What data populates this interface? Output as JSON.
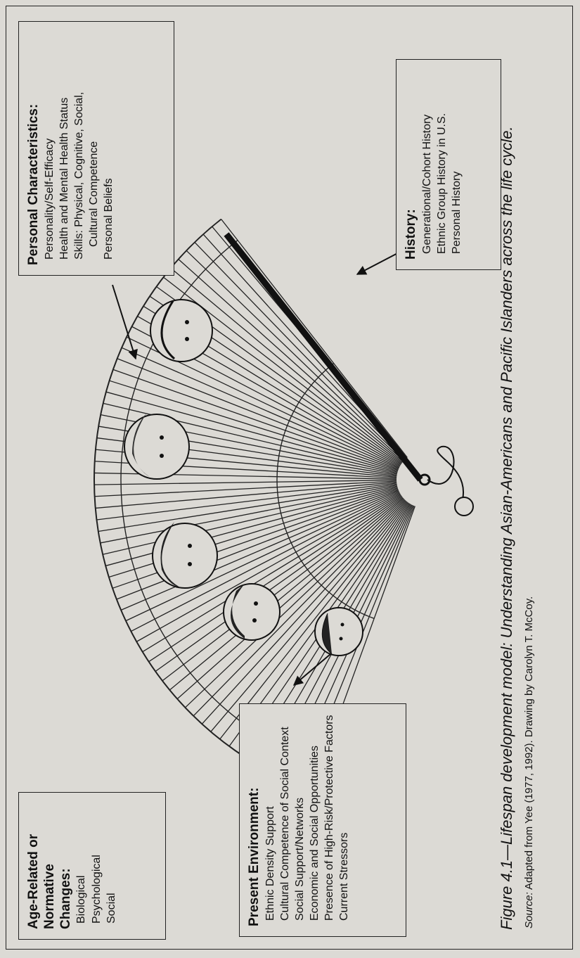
{
  "boxes": {
    "age": {
      "title_line1": "Age-Related or",
      "title_line2": "Normative Changes:",
      "items": [
        "Biological",
        "Psychological",
        "Social"
      ]
    },
    "environment": {
      "title": "Present Environment:",
      "items": [
        "Ethnic Density Support",
        "Cultural Competence of Social Context",
        "Social Support/Networks",
        "Economic and Social Opportunities",
        "Presence of High-Risk/Protective Factors",
        "Current Stressors"
      ]
    },
    "personal": {
      "title": "Personal Characteristics:",
      "items": [
        "Personality/Self-Efficacy",
        "Health and Mental Health Status",
        "Skills: Physical, Cognitive, Social,",
        "Cultural Competence",
        "Personal Beliefs"
      ]
    },
    "history": {
      "title": "History:",
      "items": [
        "Generational/Cohort History",
        "Ethnic Group History in U.S.",
        "Personal History"
      ]
    }
  },
  "caption": "Figure 4.1—Lifespan development model: Understanding Asian-Americans and Pacific Islanders across the life cycle.",
  "source": {
    "label": "Source:",
    "text": " Adapted from Yee (1977, 1992). Drawing by Carolyn T. McCoy."
  },
  "colors": {
    "paper": "#dcdad5",
    "ink": "#1a1a1a"
  }
}
